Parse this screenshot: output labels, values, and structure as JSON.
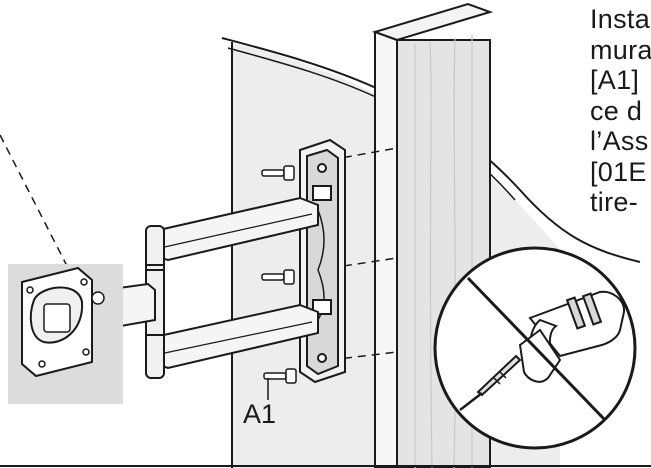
{
  "instruction_lines": [
    "Insta",
    "mura",
    "[A1]",
    "ce d",
    "l’Ass",
    "[01E",
    "tire-"
  ],
  "callout_label": "A1",
  "prohibition_icon": "no-power-drill-icon",
  "colors": {
    "line": "#1a1a1a",
    "wall_shade": "#ececec",
    "stud_face": "#e6e6e6",
    "plate_bg": "#dcdcdc"
  }
}
